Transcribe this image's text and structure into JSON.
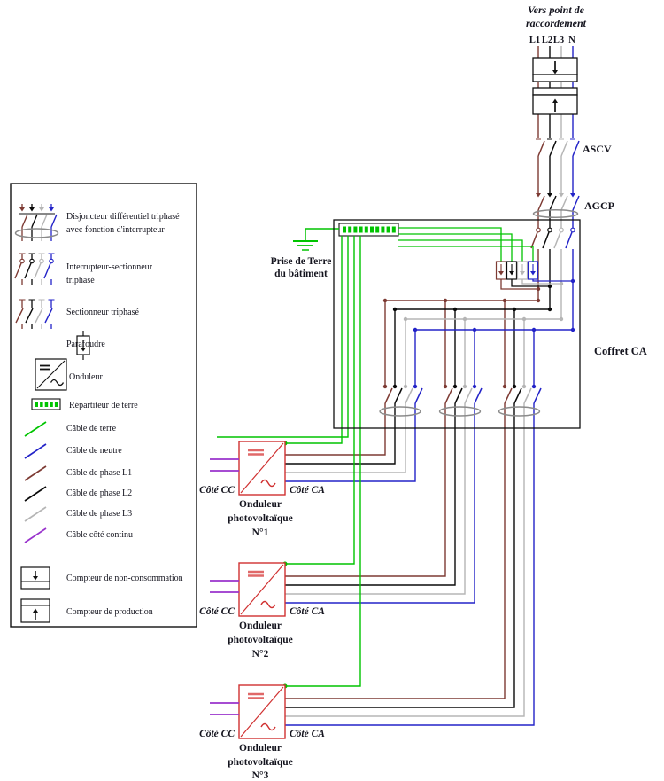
{
  "colors": {
    "earth": "#00C400",
    "neutral": "#2323C8",
    "phase_l1": "#7D3A33",
    "phase_l2": "#0A0A0A",
    "phase_l3": "#B5B5B5",
    "dc": "#9933CC",
    "inverter_red": "#D03030",
    "inverter_equals": "#E06868",
    "symbol_gray": "#8A8A8A",
    "symbol_black": "#111111",
    "text": "#14141E"
  },
  "header": {
    "destination_line1": "Vers point de",
    "destination_line2": "raccordement",
    "phase_labels": [
      "L1",
      "L2",
      "L3",
      "N"
    ],
    "ascv_label": "ASCV",
    "agcp_label": "AGCP"
  },
  "coffret": {
    "label": "Coffret CA"
  },
  "earth_connection": {
    "line1": "Prise de Terre",
    "line2": "du bâtiment"
  },
  "inverters": [
    {
      "dc_side": "Côté CC",
      "ac_side": "Côté CA",
      "name_line1": "Onduleur",
      "name_line2": "photovoltaïque",
      "name_line3": "N°1"
    },
    {
      "dc_side": "Côté CC",
      "ac_side": "Côté CA",
      "name_line1": "Onduleur",
      "name_line2": "photovoltaïque",
      "name_line3": "N°2"
    },
    {
      "dc_side": "Côté CC",
      "ac_side": "Côté CA",
      "name_line1": "Onduleur",
      "name_line2": "photovoltaïque",
      "name_line3": "N°3"
    }
  ],
  "legend": {
    "items": [
      {
        "label": "Disjoncteur différentiel triphasé",
        "label2": "avec fonction d'interrupteur"
      },
      {
        "label": "Interrupteur-sectionneur",
        "label2": "triphasé"
      },
      {
        "label": "Sectionneur triphasé"
      },
      {
        "label": "Parafoudre"
      },
      {
        "label": "Onduleur"
      },
      {
        "label": "Répartiteur de terre"
      },
      {
        "label": "Câble de terre"
      },
      {
        "label": "Câble de neutre"
      },
      {
        "label": "Câble de phase L1"
      },
      {
        "label": "Câble de phase L2"
      },
      {
        "label": "Câble de phase L3"
      },
      {
        "label": "Câble côté continu"
      },
      {
        "label": "Compteur de non-consommation"
      },
      {
        "label": "Compteur de production"
      }
    ]
  }
}
